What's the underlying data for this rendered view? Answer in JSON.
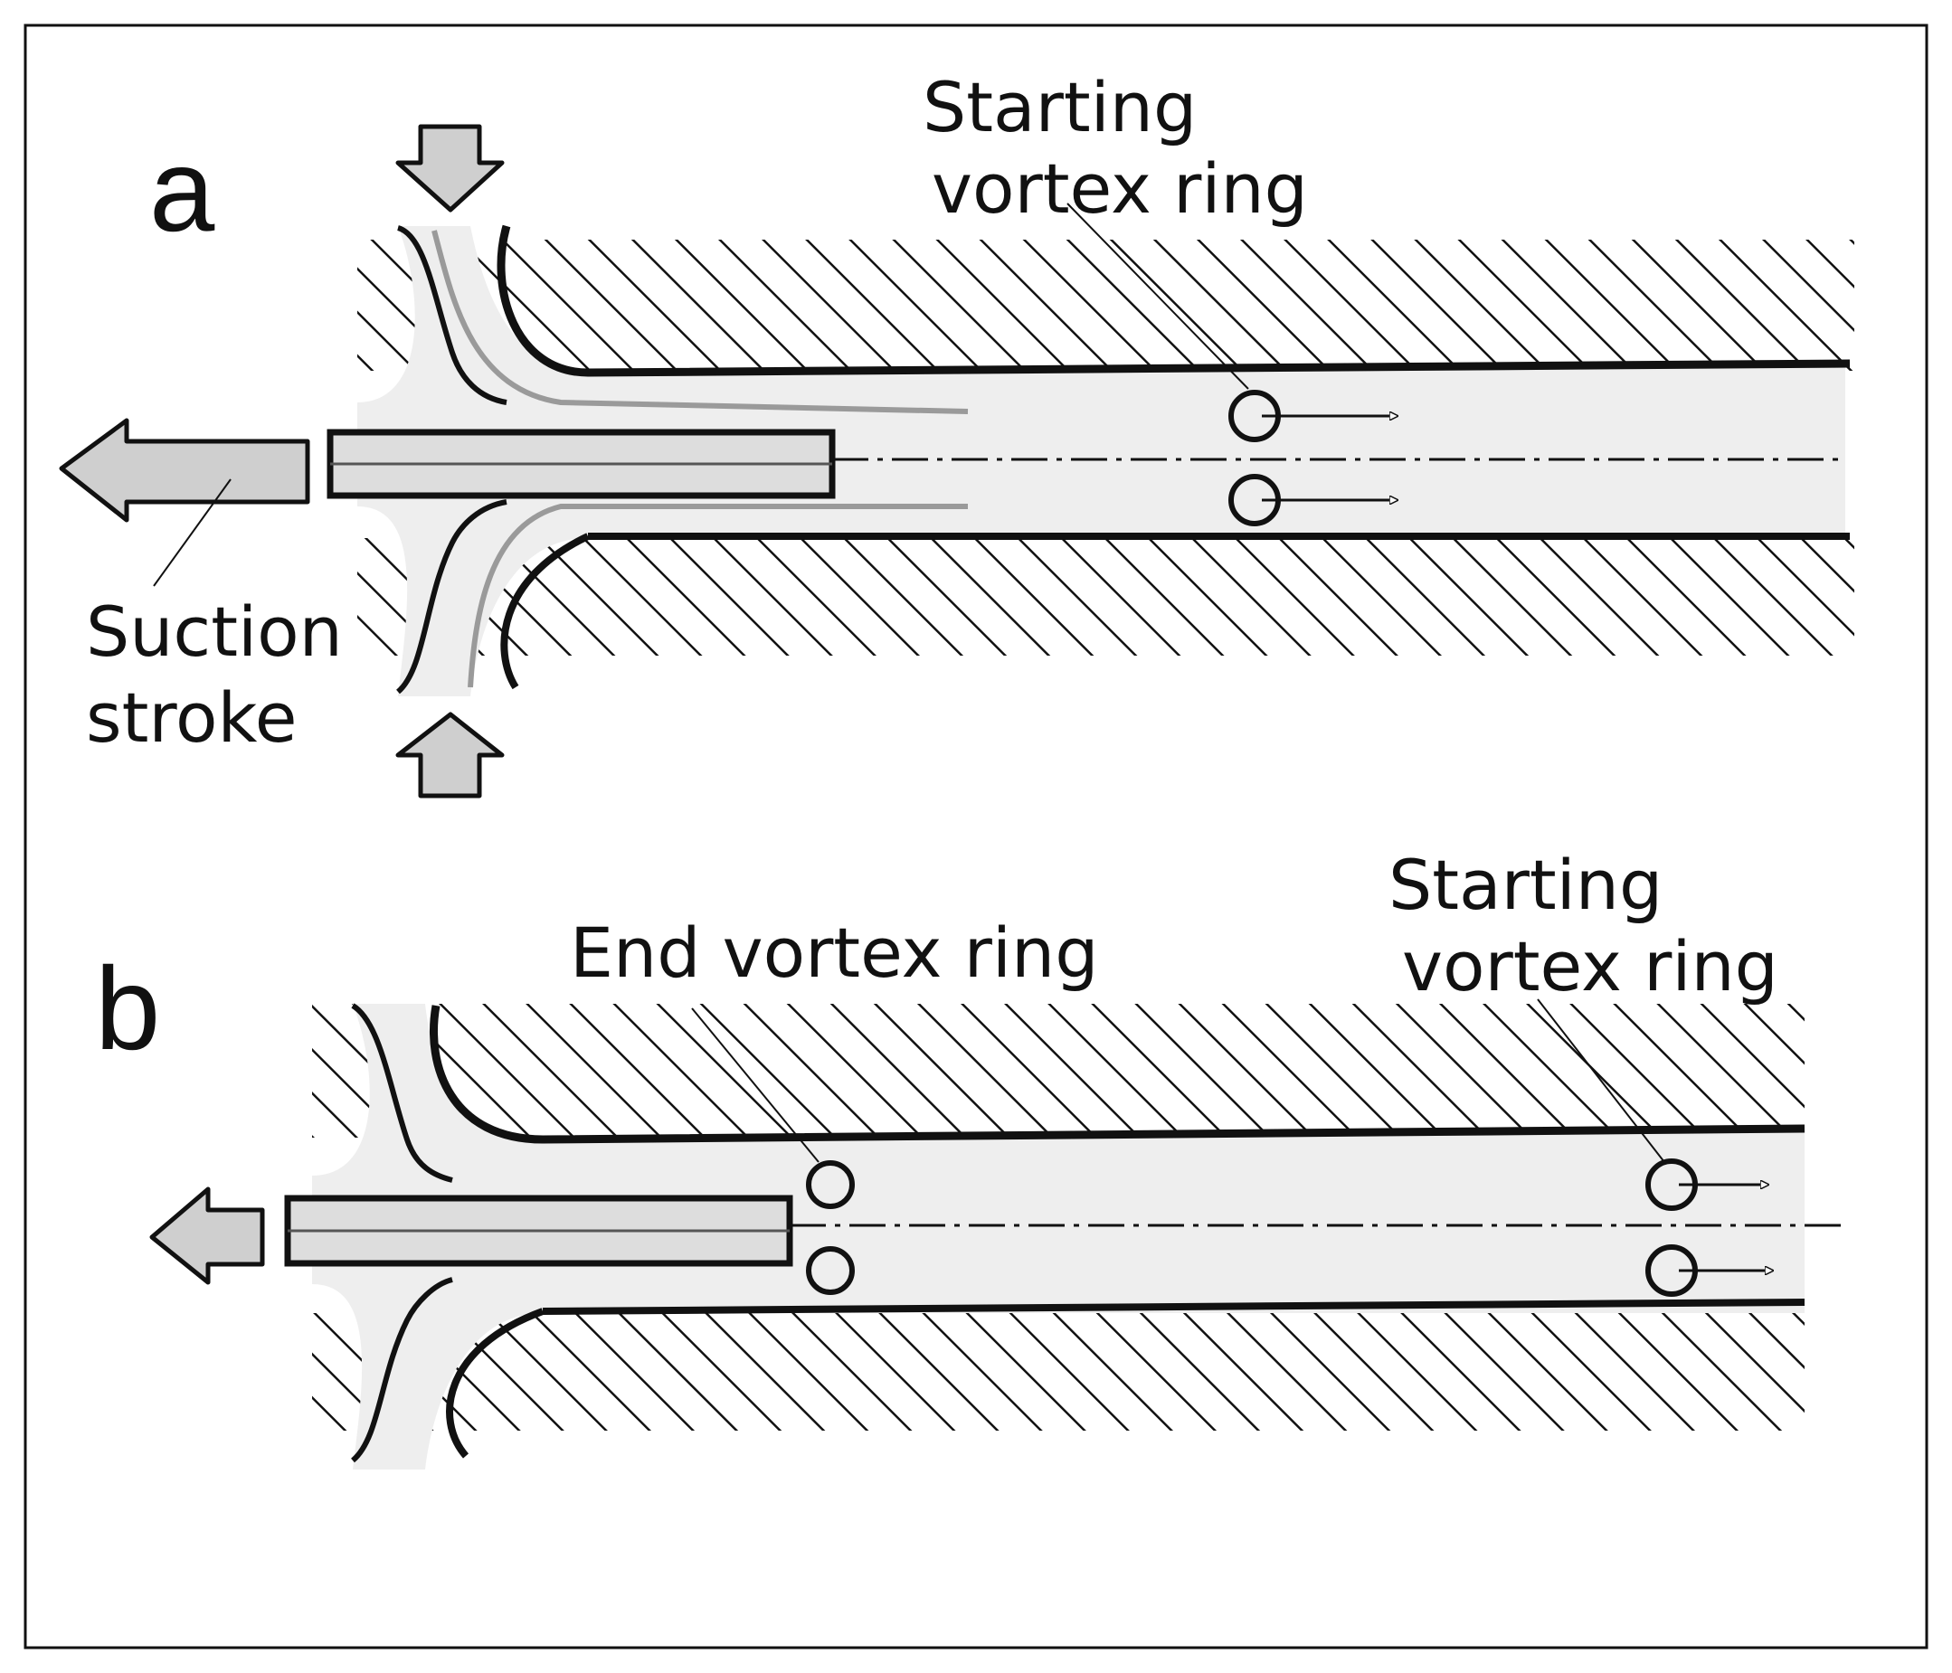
{
  "panels": {
    "a": {
      "letter": "a",
      "stroke_label_line1": "Suction",
      "stroke_label_line2": "stroke",
      "starting_label_line1": "Starting",
      "starting_label_line2": "vortex ring"
    },
    "b": {
      "letter": "b",
      "end_label": "End vortex ring",
      "starting_label_line1": "Starting",
      "starting_label_line2": "vortex ring"
    }
  },
  "colors": {
    "ink": "#111111",
    "fluid": "#eeeeee",
    "arrow_fill": "#cfcfcf",
    "streamline": "#9a9a9a"
  }
}
